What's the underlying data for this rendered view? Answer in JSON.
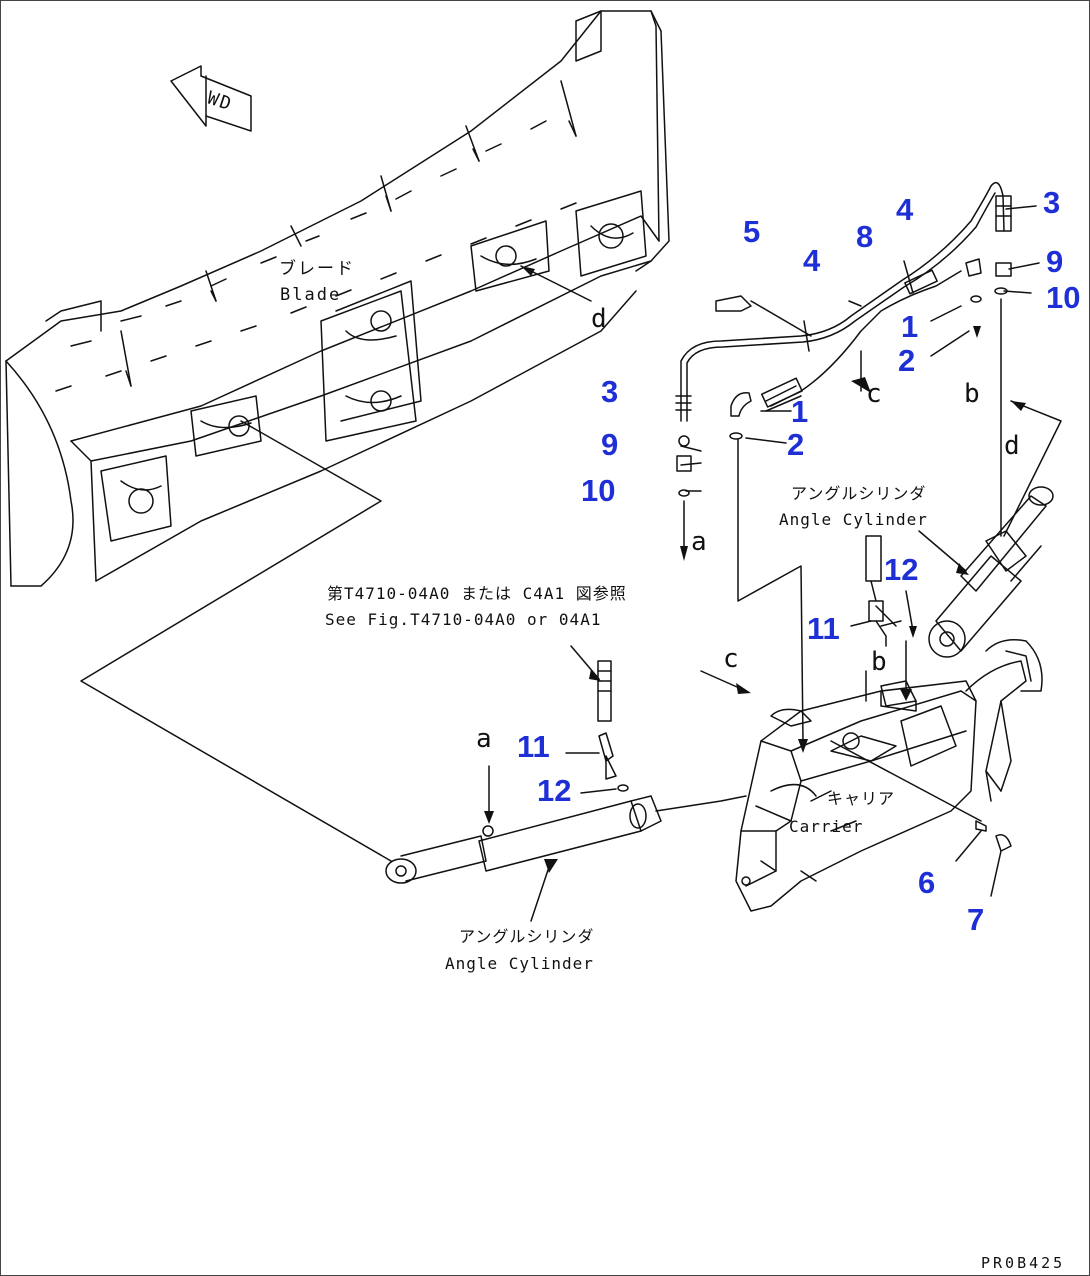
{
  "colors": {
    "callout": "#1f2fd6",
    "line": "#111111"
  },
  "labels": {
    "blade_jp": "ブレード",
    "blade_en": "Blade",
    "angle_cyl_jp_1": "アングルシリンダ",
    "angle_cyl_en_1": "Angle Cylinder",
    "angle_cyl_jp_2": "アングルシリンダ",
    "angle_cyl_en_2": "Angle Cylinder",
    "carrier_jp": "キャリア",
    "carrier_en": "Carrier",
    "see_fig_jp": "第T4710-04A0 または C4A1 図参照",
    "see_fig_en": "See Fig.T4710-04A0 or 04A1",
    "fwd": "WD",
    "drawing_code": "PR0B425"
  },
  "letters": {
    "a_top": "a",
    "a_bottom": "a",
    "b_top": "b",
    "b_bottom": "b",
    "c_top": "c",
    "c_bottom": "c",
    "d_top": "d",
    "d_right": "d"
  },
  "callouts": {
    "n1_left": "1",
    "n1_right": "1",
    "n2_left": "2",
    "n2_right": "2",
    "n3_left": "3",
    "n3_right": "3",
    "n4_left": "4",
    "n4_right": "4",
    "n5": "5",
    "n6": "6",
    "n7": "7",
    "n8": "8",
    "n9_left": "9",
    "n9_right": "9",
    "n10_left": "10",
    "n10_right": "10",
    "n11_left": "11",
    "n11_right": "11",
    "n12_left": "12",
    "n12_right": "12"
  }
}
